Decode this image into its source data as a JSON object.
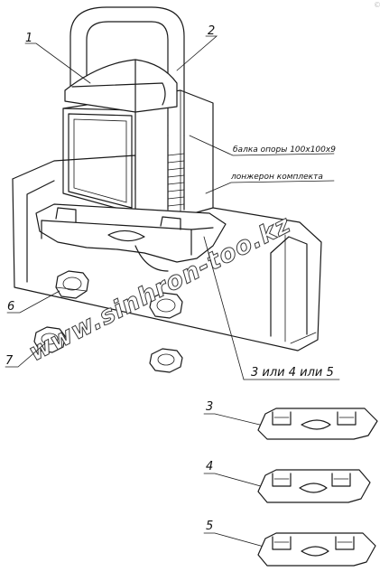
{
  "callouts": {
    "c1": "1",
    "c2": "2",
    "c3_4_5": "3 или 4 или 5",
    "c6": "6",
    "c7": "7",
    "v3": "3",
    "v4": "4",
    "v5": "5"
  },
  "notes": {
    "beam": "балка опоры 100х100х9",
    "longeron": "лонжерон комплекта"
  },
  "watermark": "www.sinhron-too.kz",
  "corner_mark": "©"
}
